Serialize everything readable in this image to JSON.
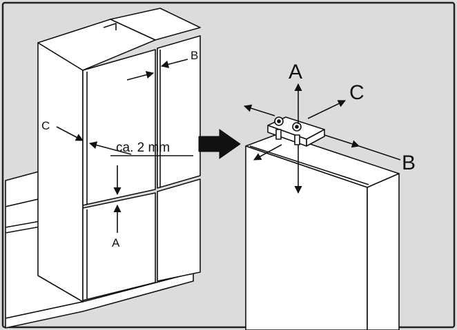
{
  "labels": {
    "left_b": "B",
    "left_c": "C",
    "left_a": "A",
    "gap": "ca. 2 mm",
    "right_a": "A",
    "right_c": "C",
    "right_b": "B"
  },
  "colors": {
    "background": "#dcdcdc",
    "panel": "#ffffff",
    "line": "#111111",
    "frame": "#222222"
  }
}
